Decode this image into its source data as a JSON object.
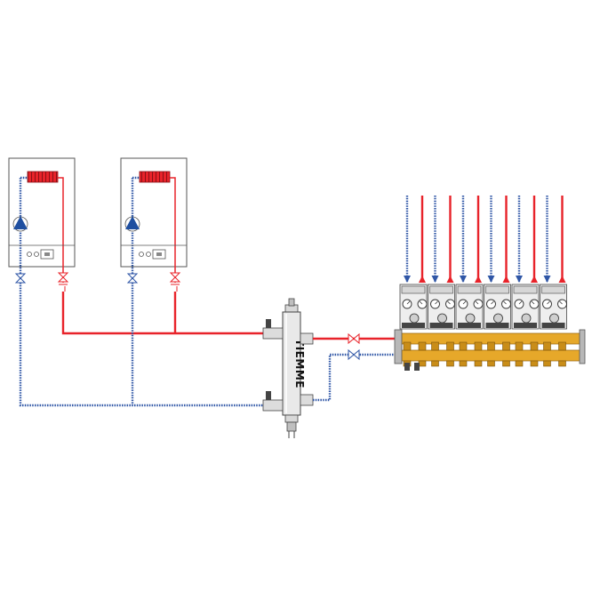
{
  "diagram": {
    "brand_label": "TIEMME",
    "boilers": [
      {
        "id": "boiler-1"
      },
      {
        "id": "boiler-2"
      }
    ],
    "manifold": {
      "circuit_count": 6
    },
    "colors": {
      "hot_pipe": "#e8232a",
      "cold_pipe": "#2f56a6",
      "brass": "#e6a82a",
      "outline": "#555555",
      "pump": "#1f4fa0",
      "heat_exchanger": "#d81e2a"
    },
    "icons": [
      "pump-icon",
      "valve-icon",
      "check-valve-icon",
      "heat-exchanger-icon",
      "hydraulic-separator-icon",
      "manifold-icon",
      "arrow-up-icon",
      "arrow-down-icon"
    ]
  }
}
